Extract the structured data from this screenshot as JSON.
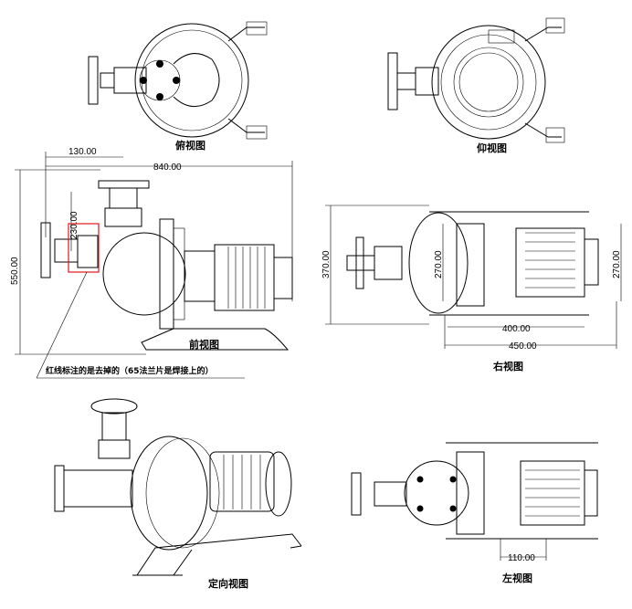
{
  "views": {
    "top": "俯视图",
    "bottom": "仰视图",
    "front": "前视图",
    "right": "右视图",
    "isometric": "定向视图",
    "left": "左视图"
  },
  "dimensions": {
    "d130": "130.00",
    "d840": "840.00",
    "d230": "230.00",
    "d550": "550.00",
    "d370": "370.00",
    "d270a": "270.00",
    "d270b": "270.00",
    "d400": "400.00",
    "d450": "450.00",
    "d110": "110.00"
  },
  "note": "红线标注的是去掉的（65法兰片是焊接上的）",
  "colors": {
    "highlight": "#e01818",
    "line": "#000000"
  }
}
